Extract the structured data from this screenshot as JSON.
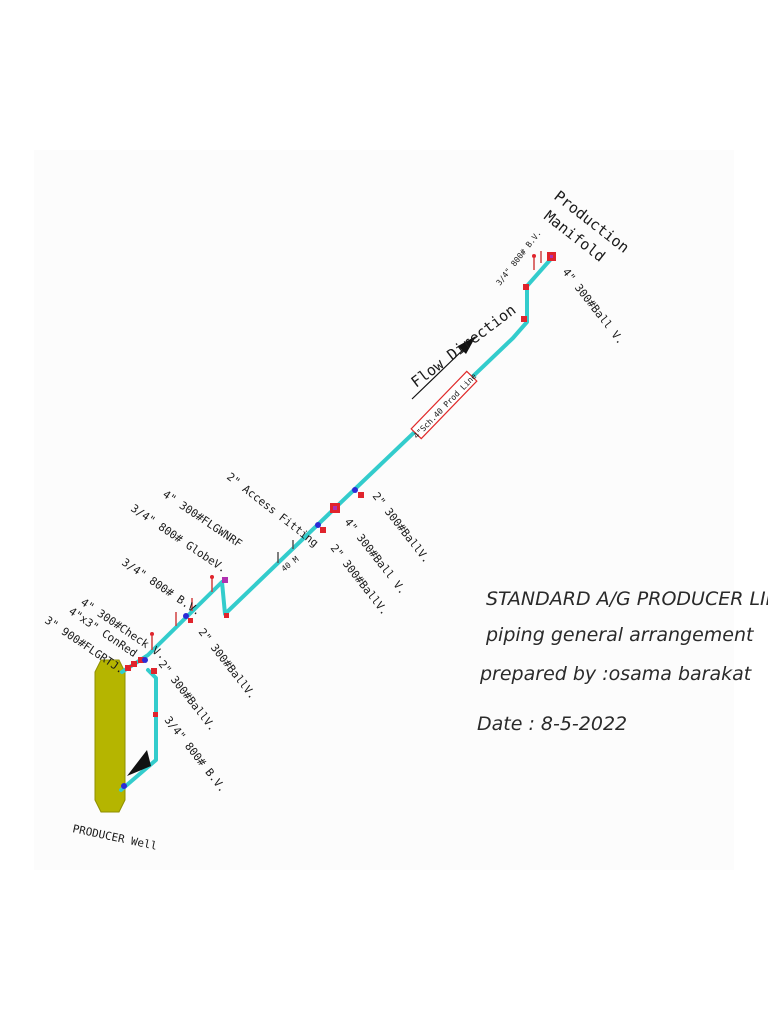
{
  "title_block": {
    "line1": "STANDARD A/G PRODUCER LINE",
    "line2": "piping general arrangement",
    "line3": "prepared by :osama barakat",
    "date": "Date : 8-5-2022"
  },
  "endpoints": {
    "well": "PRODUCER Well",
    "manifold_line1": "Production",
    "manifold_line2": "Manifold"
  },
  "flow": {
    "label": "Flow Direction"
  },
  "line_spec": "4\"Sch.40 Prod Line",
  "labels": {
    "flg_rtj": "3\" 900#FLGRTJ.",
    "con_red": "4\"x3\" ConRed",
    "check_valve": "4\" 300#Check V.",
    "bv_34_lower_left": "3/4\" 800# B.V.",
    "globe_valve": "3/4\" 800# GlobeV.",
    "flg_wnrf": "4\" 300#FLGWNRF",
    "ball_2_upper": "2\" 300#BallV.",
    "ball_2_riser": "2\" 300#BallV.",
    "bv_34_riser": "3/4\" 800# B.V.",
    "access_fitting": "2\" Access Fitting",
    "distance": "40 M",
    "ball_4_mid": "4\" 300#Ball V.",
    "ball_2_mid_lower": "2\" 300#BallV.",
    "ball_2_mid_upper": "2\" 300#BallV.",
    "bv_34_top": "3/4\" 800# B.V.",
    "ball_4_top": "4\" 300#Ball V."
  },
  "colors": {
    "pipe": "#33cccc",
    "well": "#b5b500",
    "fitting_red": "#e0242c",
    "fitting_blue": "#2b2bd6",
    "spec_box": "#e02a2a"
  }
}
